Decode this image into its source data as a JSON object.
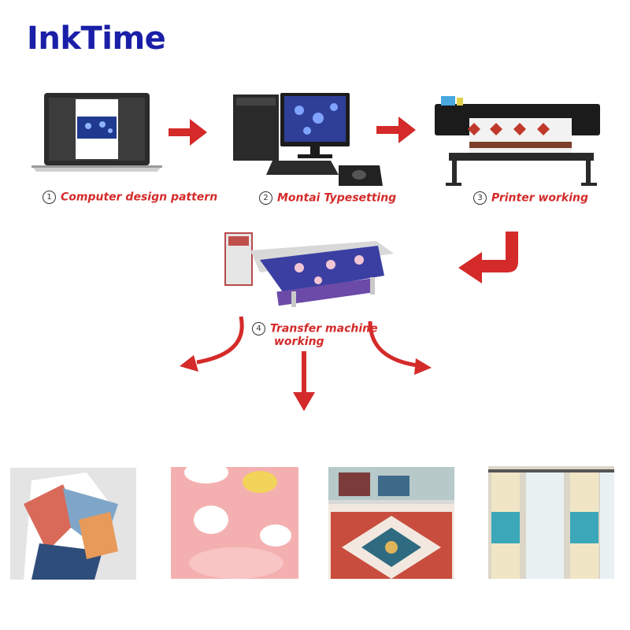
{
  "brand": "InkTime",
  "steps": [
    {
      "num": "1",
      "label": "Computer design pattern"
    },
    {
      "num": "2",
      "label": "Montai Typesetting"
    },
    {
      "num": "3",
      "label": "Printer working"
    },
    {
      "num": "4",
      "label_line1": "Transfer machine",
      "label_line2": "working"
    }
  ],
  "colors": {
    "brand": "#1a1fa8",
    "arrow": "#d42a2a",
    "label": "#d42a2a"
  },
  "products": [
    "scarf-photo",
    "blanket-photo",
    "carpet-photo",
    "curtain-photo"
  ]
}
